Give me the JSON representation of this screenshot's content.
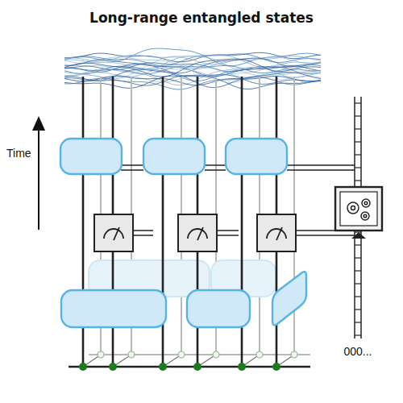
{
  "diagram": {
    "title": "Long-range entangled states",
    "labels": [
      "Time",
      "000..."
    ]
  }
}
